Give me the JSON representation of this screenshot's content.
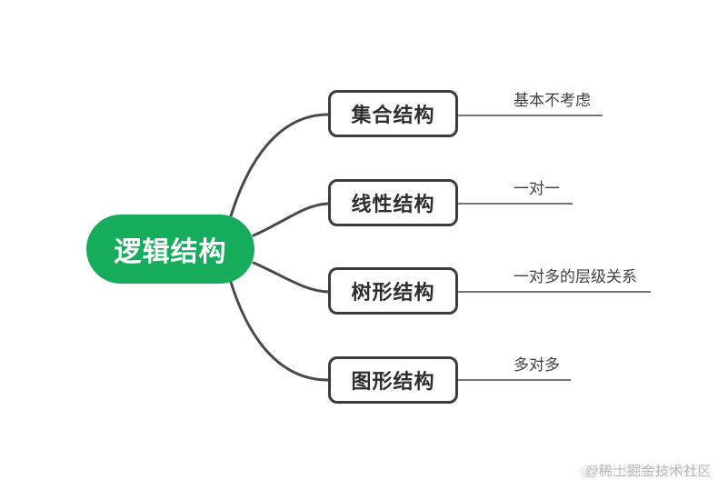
{
  "root": {
    "label": "逻辑结构",
    "fill_color": "#15AD5B",
    "text_color": "#ffffff"
  },
  "branches": [
    {
      "label": "集合结构",
      "note": "基本不考虑"
    },
    {
      "label": "线性结构",
      "note": "一对一"
    },
    {
      "label": "树形结构",
      "note": "一对多的层级关系"
    },
    {
      "label": "图形结构",
      "note": "多对多"
    }
  ],
  "watermark": "@稀土掘金技术社区",
  "colors": {
    "connector": "#4a4a4a",
    "box_border": "#3c3c3c",
    "box_text": "#2e2e2e",
    "note_text": "#3f3f3f",
    "watermark_text": "#b9b9b9",
    "background": "#ffffff"
  }
}
